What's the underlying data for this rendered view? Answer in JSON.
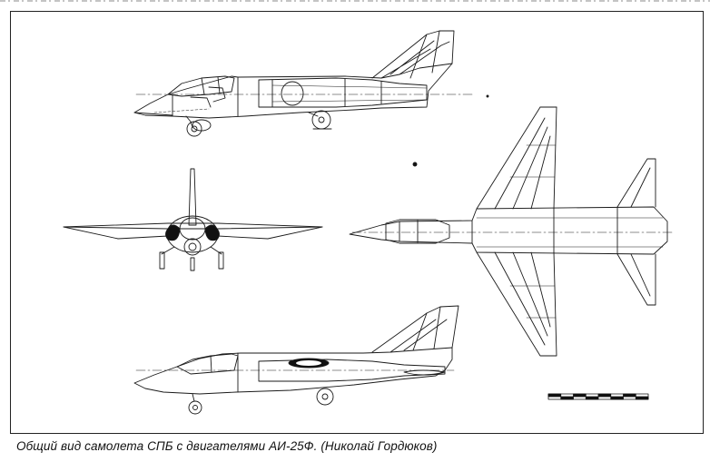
{
  "caption": "Общий вид самолета СПБ с двигателями АИ-25Ф. (Николай Гордюков)",
  "colors": {
    "line": "#1a1a1a",
    "background": "#ffffff",
    "fill": "#111111"
  },
  "views": [
    {
      "id": "side-view-top",
      "kind": "side elevation"
    },
    {
      "id": "front-view",
      "kind": "front elevation"
    },
    {
      "id": "plan-view",
      "kind": "top plan"
    },
    {
      "id": "side-view-bottom",
      "kind": "side elevation"
    }
  ],
  "scale_bar": {
    "segments": 8
  }
}
